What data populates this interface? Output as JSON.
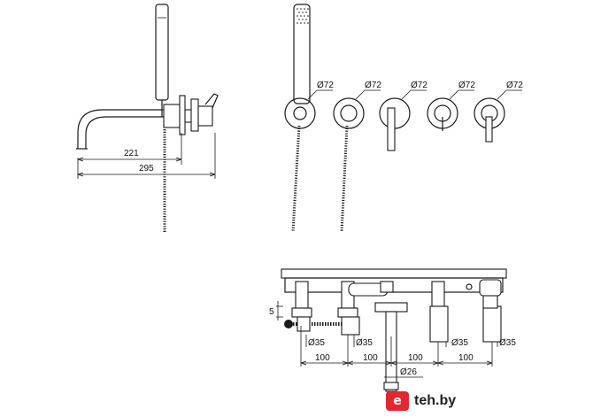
{
  "side_view": {
    "dim_inner": "221",
    "dim_outer": "295"
  },
  "front_view": {
    "diameters": [
      "Ø72",
      "Ø72",
      "Ø72",
      "Ø72",
      "Ø72"
    ]
  },
  "plan_view": {
    "offset": "5",
    "diameters_bottom": [
      "Ø35",
      "Ø35",
      "Ø35",
      "Ø35"
    ],
    "spacings": [
      "100",
      "100",
      "100",
      "100"
    ],
    "spout_diameter": "Ø26"
  },
  "watermark": {
    "text": "teh.by",
    "logo_letter": "e"
  }
}
